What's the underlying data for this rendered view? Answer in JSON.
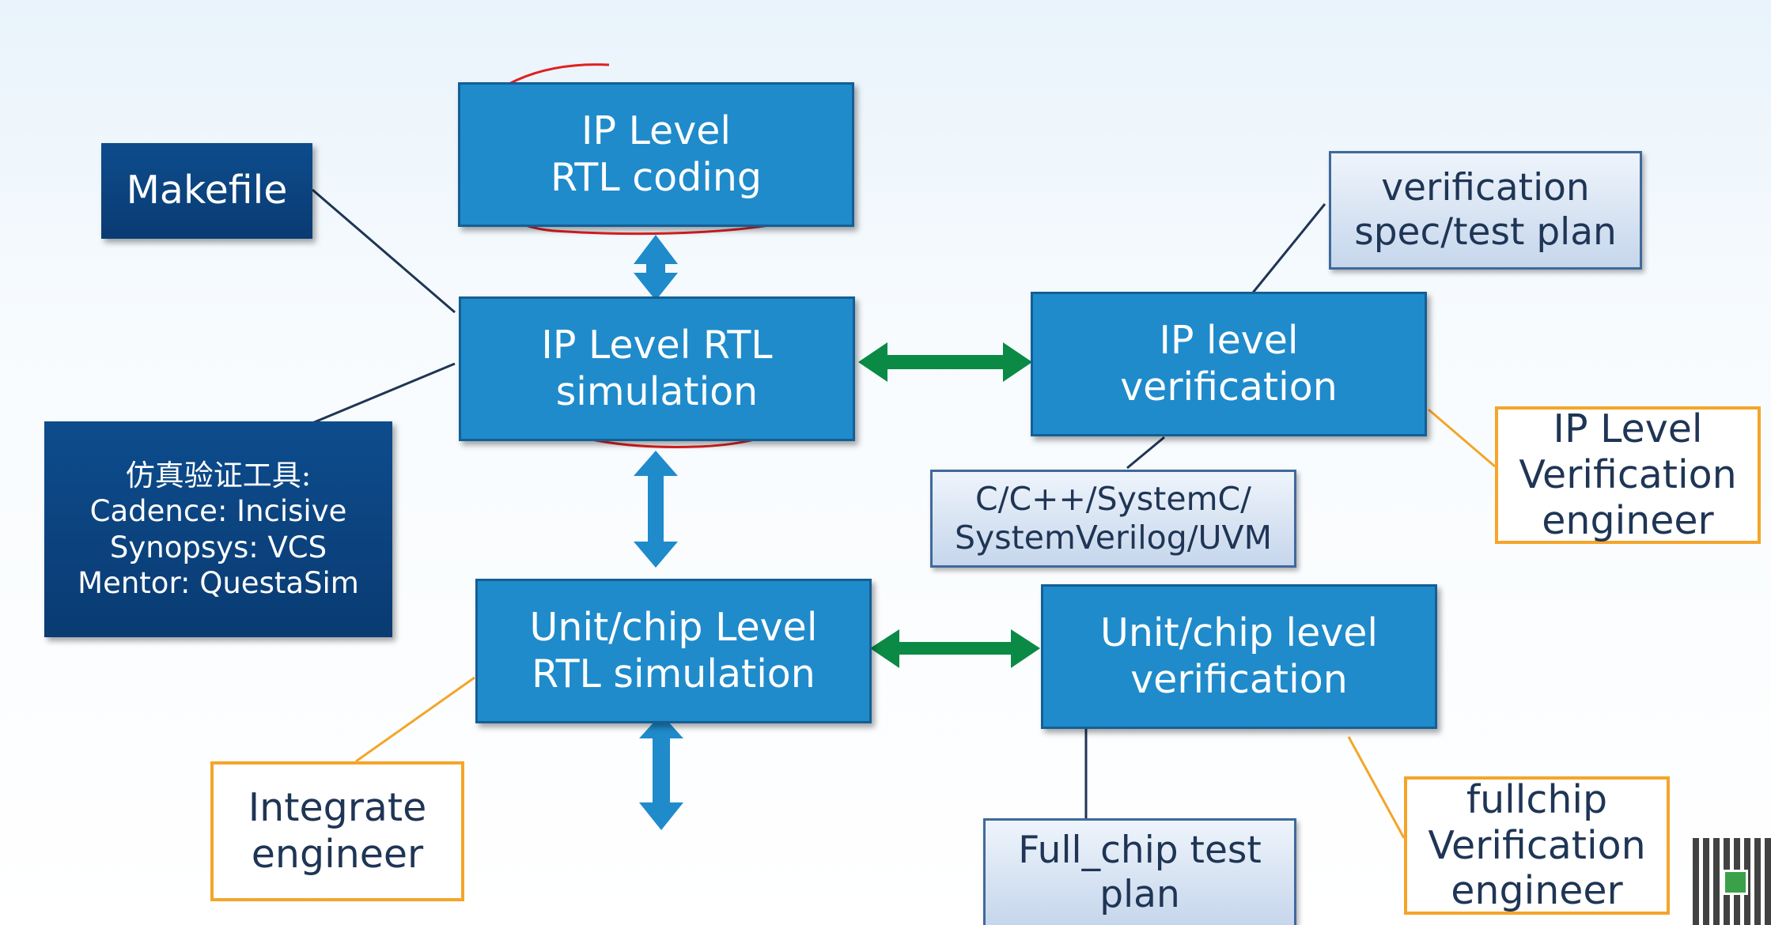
{
  "nodes": {
    "ip_rtl_coding": [
      "IP Level",
      "RTL coding"
    ],
    "makefile": [
      "Makefile"
    ],
    "ip_rtl_sim": [
      "IP Level RTL",
      "simulation"
    ],
    "sim_tools": [
      "仿真验证工具:",
      "Cadence: Incisive",
      "Synopsys: VCS",
      "Mentor: QuestaSim"
    ],
    "ip_verif": [
      "IP level",
      "verification"
    ],
    "verif_spec": [
      "verification",
      "spec/test plan"
    ],
    "languages": [
      "C/C++/SystemC/",
      "SystemVerilog/UVM"
    ],
    "ip_verif_engineer": [
      "IP Level",
      "Verification",
      "engineer"
    ],
    "unit_rtl_sim": [
      "Unit/chip Level",
      "RTL simulation"
    ],
    "unit_verif": [
      "Unit/chip level",
      "verification"
    ],
    "integrate_engineer": [
      "Integrate",
      "engineer"
    ],
    "fullchip_plan": [
      "Full_chip test",
      "plan"
    ],
    "fullchip_engineer": [
      "fullchip",
      "Verification",
      "engineer"
    ]
  },
  "colors": {
    "box_blue": "#1f8bcb",
    "box_navy": "#0a3b72",
    "box_light": "#c6d6ec",
    "accent_orange": "#f4a52a",
    "arrow_green": "#0a8a45",
    "annotation_red": "#e02020"
  },
  "icons": [
    "qr-code-icon"
  ]
}
